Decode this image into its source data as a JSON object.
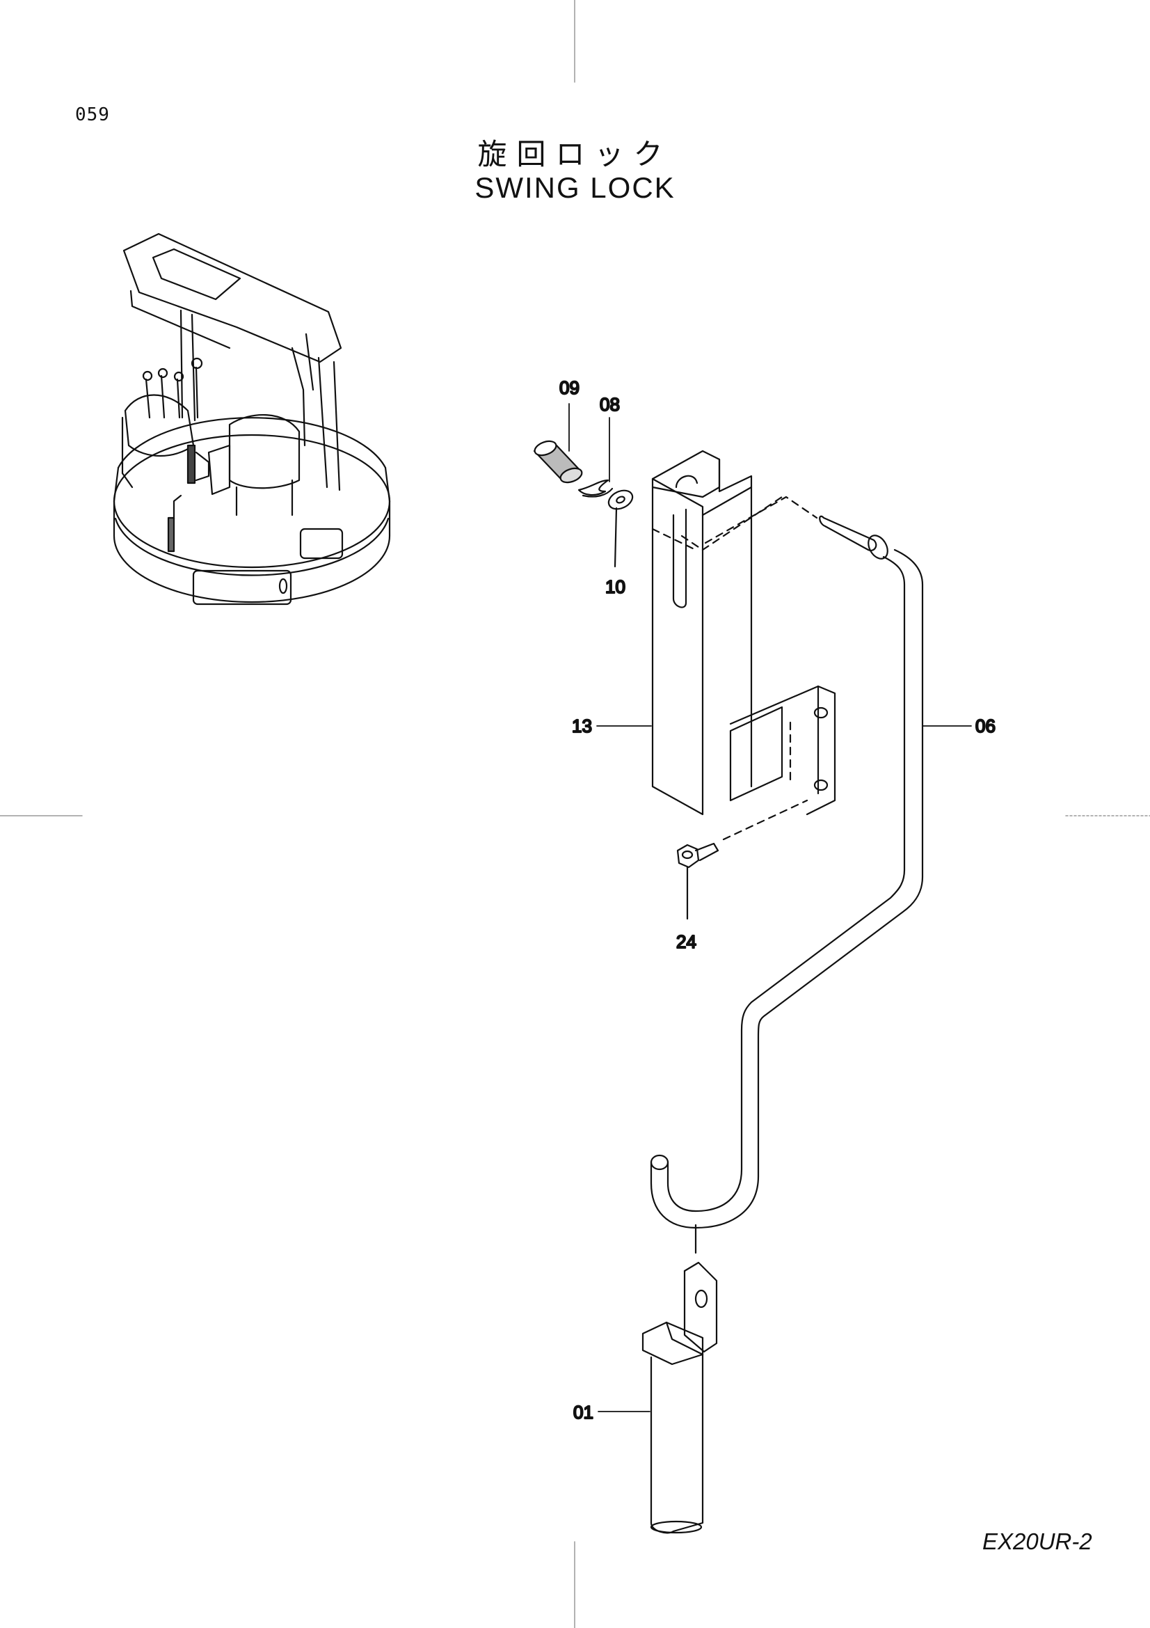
{
  "page_number": "059",
  "title_jp": "旋回ロック",
  "title_en": "SWING LOCK",
  "model": "EX20UR-2",
  "callouts": {
    "c09": "09",
    "c08": "08",
    "c10": "10",
    "c13": "13",
    "c06": "06",
    "c24": "24",
    "c01": "01"
  }
}
